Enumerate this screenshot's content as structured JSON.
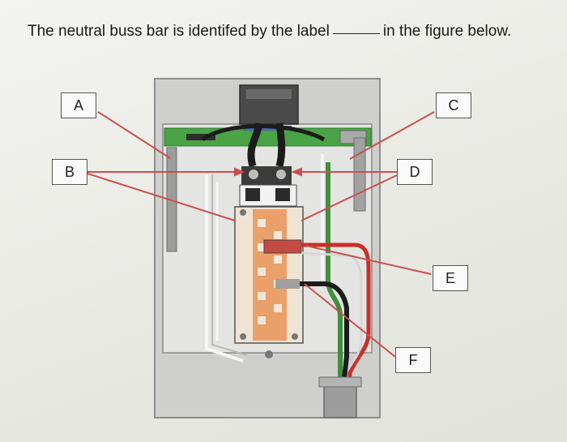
{
  "question": {
    "before_blank": "The neutral buss bar is identifed by the label",
    "after_blank": "in the figure below."
  },
  "figure": {
    "labels": [
      "A",
      "B",
      "C",
      "D",
      "E",
      "F"
    ],
    "colors": {
      "pointer_line": "#c9504e",
      "green_bar": "#4aa347",
      "wire_red": "#c8302b",
      "wire_black": "#1c1c1c",
      "copper": "#e9a06a",
      "enclosure": "#c9cac7"
    }
  }
}
